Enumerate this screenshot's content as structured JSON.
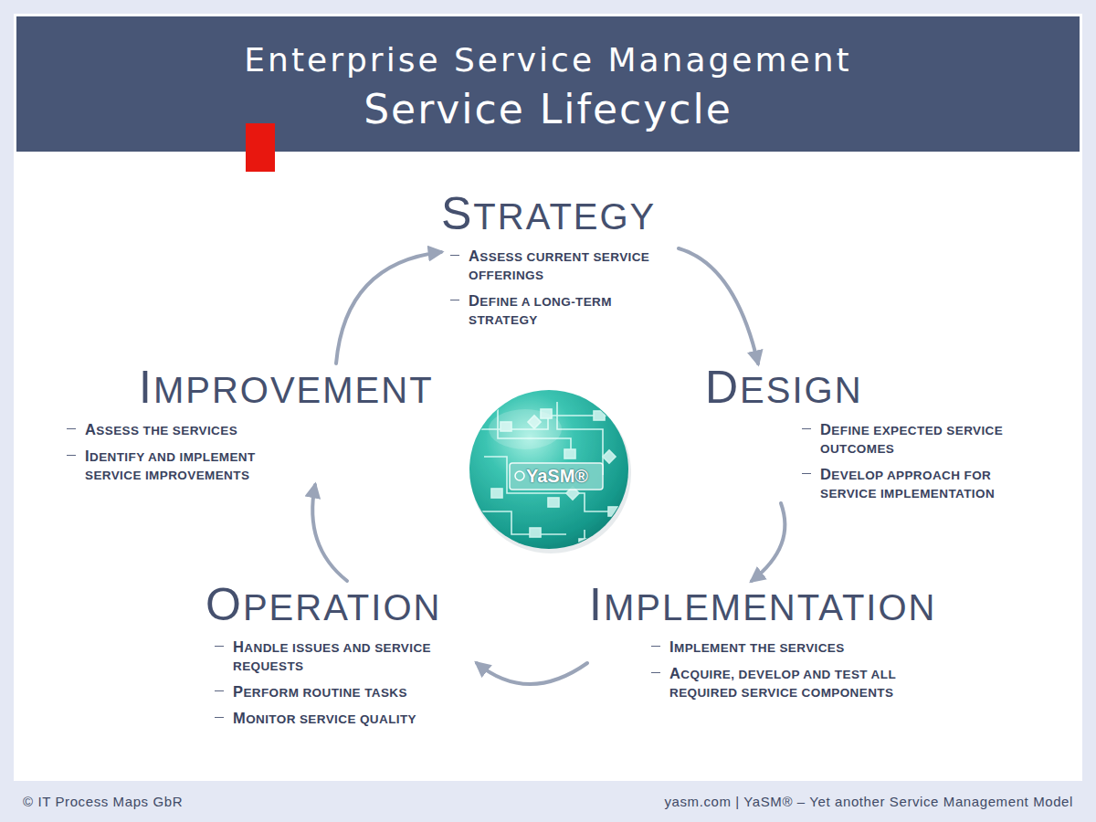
{
  "diagram": {
    "title": "Enterprise Service Management",
    "nodes": [
      {
        "text": [
          "STRATEGY",
          "ASSESS CURRENT SERVICE OFFERINGS",
          "DEFINE A LONG-TERM STRATEGY"
        ]
      },
      {
        "text": [
          "DESIGN",
          "DEFINE EXPECTED SERVICE OUTCOMES",
          "DEVELOP APPROACH FOR SERVICE IMPLEMENTATION"
        ]
      },
      {
        "text": [
          "IMPLEMENTATION",
          "IMPLEMENT THE SERVICES",
          "ACQUIRE, DEVELOP AND TEST ALL REQUIRED SERVICE COMPONENTS"
        ]
      },
      {
        "text": [
          "OPERATION",
          "HANDLE ISSUES AND SERVICE REQUESTS",
          "PERFORM ROUTINE TASKS",
          "MONITOR SERVICE QUALITY"
        ]
      },
      {
        "text": [
          "IMPROVEMENT",
          "ASSESS THE SERVICES",
          "IDENTIFY AND IMPLEMENT SERVICE IMPROVEMENTS"
        ]
      }
    ],
    "edges": [
      {
        "from": 0,
        "to": 1,
        "arrow": "to"
      },
      {
        "from": 1,
        "to": 2,
        "arrow": "to"
      },
      {
        "from": 2,
        "to": 3,
        "arrow": "to"
      },
      {
        "from": 3,
        "to": 4,
        "arrow": "to"
      },
      {
        "from": 4,
        "to": 0,
        "arrow": "to"
      }
    ],
    "labels": [
      "Service Lifecycle",
      "YaSM®",
      "© IT Process Maps GbR",
      "yasm.com | YaSM® – Yet another Service Management Model"
    ]
  }
}
